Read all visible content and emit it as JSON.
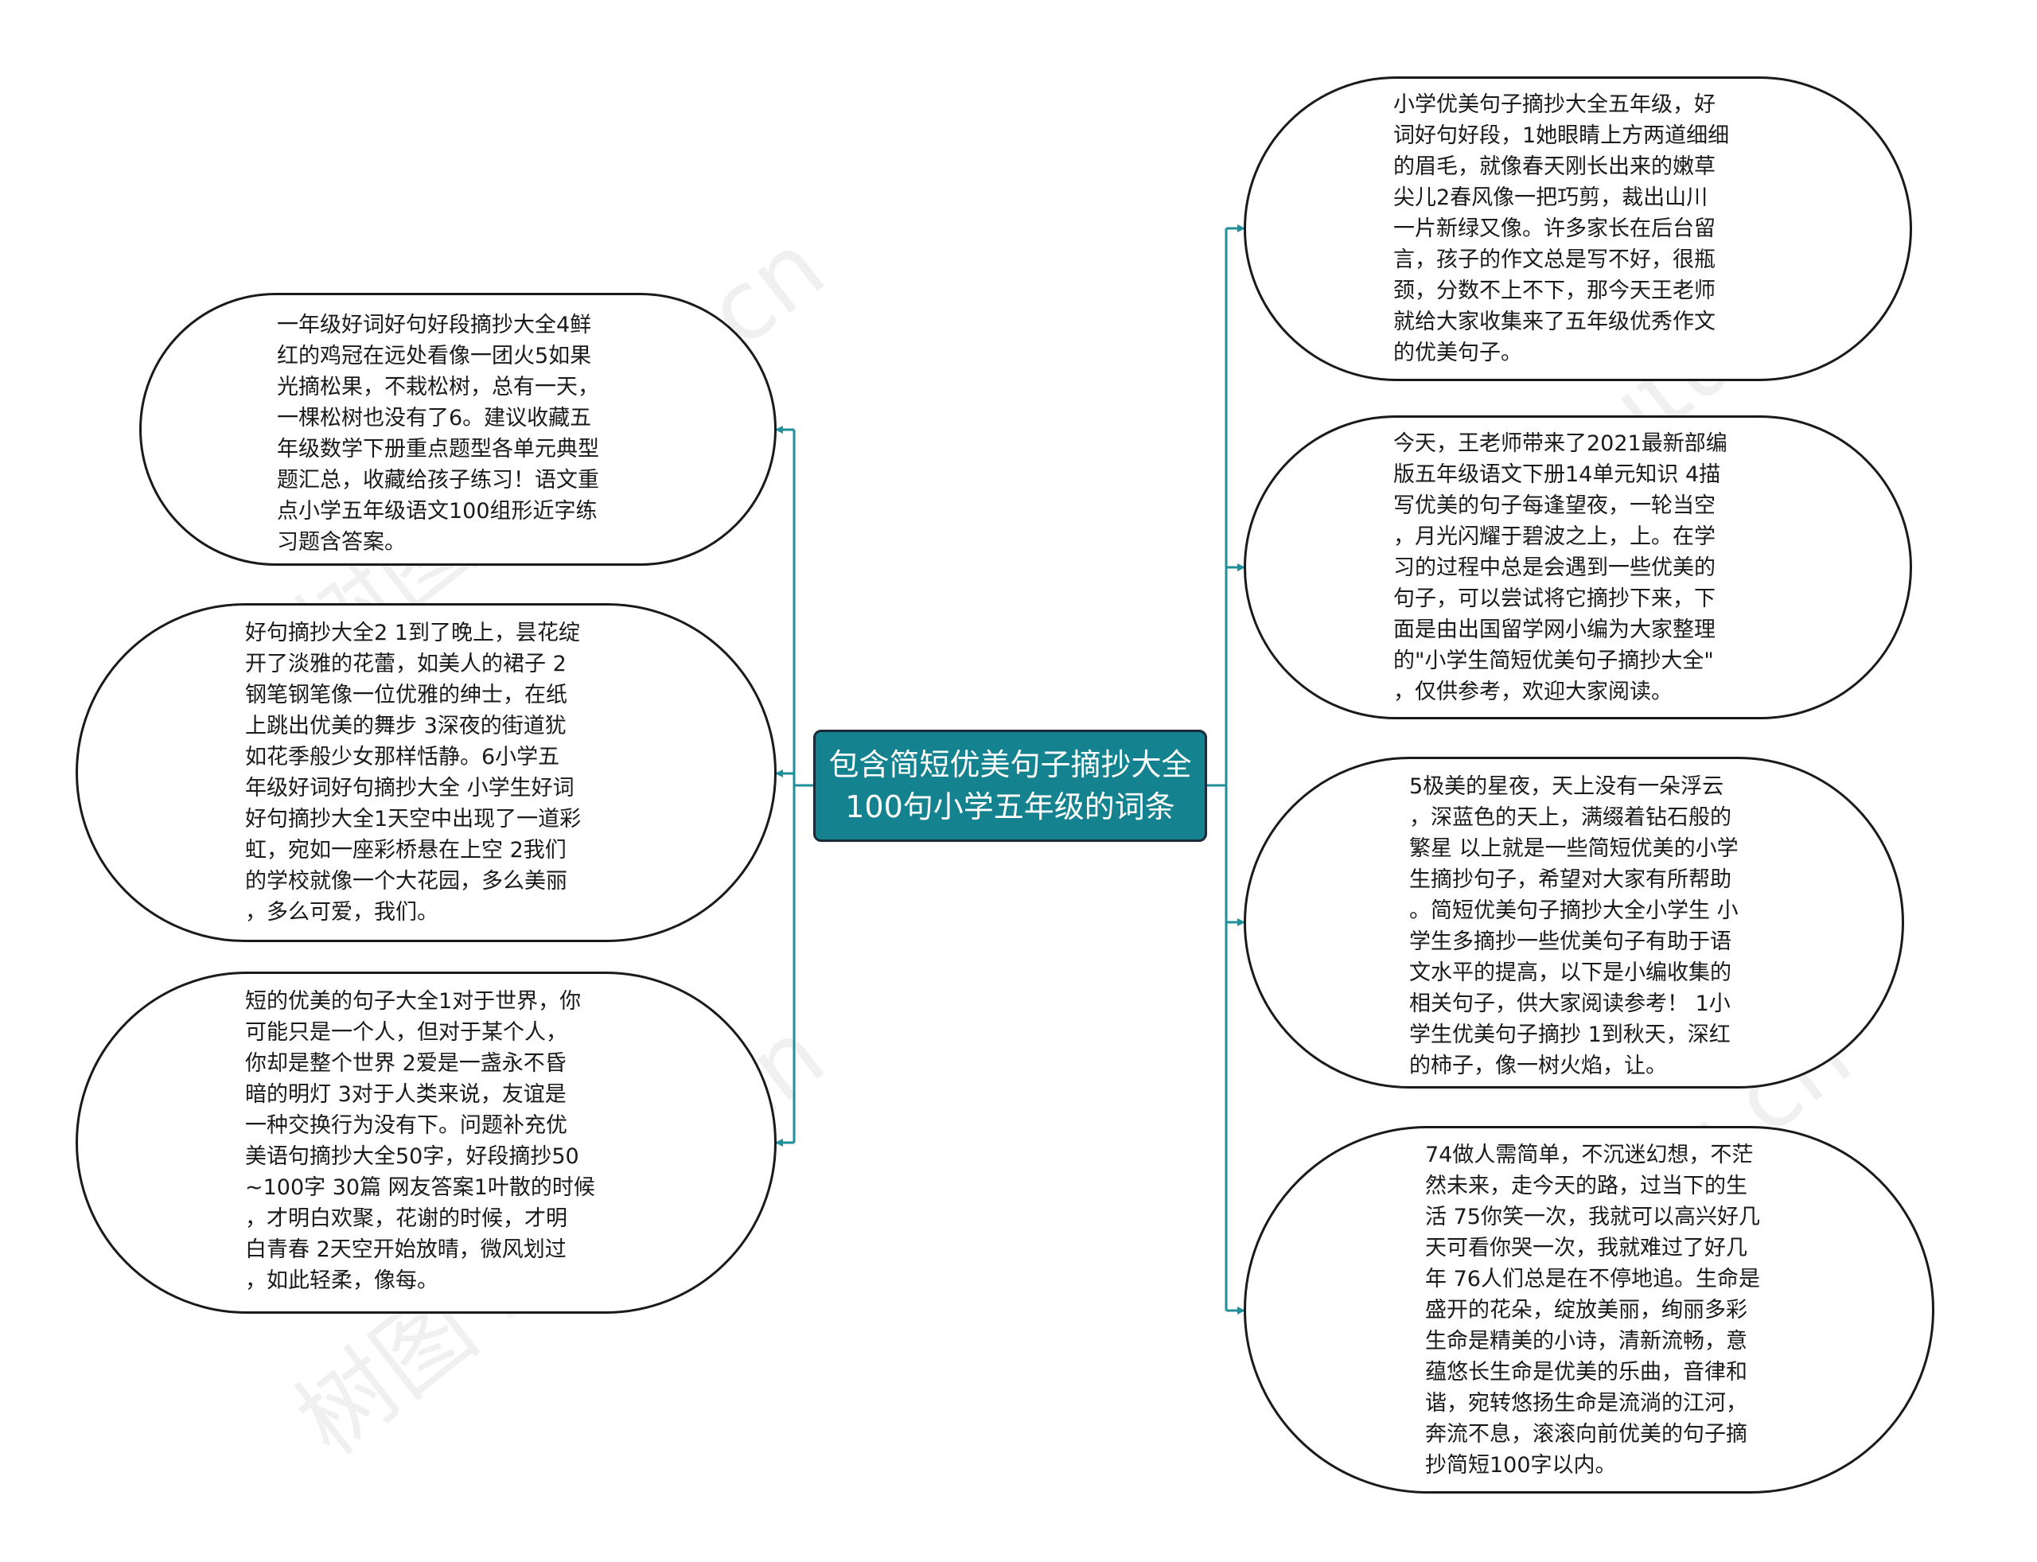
{
  "center_topic": "包含简短优美句子摘抄大全100句小学五年级的词条",
  "left_branches": [
    "一年级好词好句好段摘抄大全4鲜\n红的鸡冠在远处看像一团火5如果\n光摘松果，不栽松树，总有一天，\n一棵松树也没有了6。建议收藏五\n年级数学下册重点题型各单元典型\n题汇总，收藏给孩子练习！语文重\n点小学五年级语文100组形近字练\n习题含答案。",
    "好句摘抄大全2 1到了晚上，昙花绽\n开了淡雅的花蕾，如美人的裙子 2\n钢笔钢笔像一位优雅的绅士，在纸\n上跳出优美的舞步 3深夜的街道犹\n如花季般少女那样恬静。6小学五\n年级好词好句摘抄大全 小学生好词\n好句摘抄大全1天空中出现了一道彩\n虹，宛如一座彩桥悬在上空 2我们\n的学校就像一个大花园，多么美丽\n，多么可爱，我们。",
    "短的优美的句子大全1对于世界，你\n可能只是一个人，但对于某个人，\n你却是整个世界 2爱是一盏永不昏\n暗的明灯 3对于人类来说，友谊是\n一种交换行为没有下。问题补充优\n美语句摘抄大全50字，好段摘抄50\n~100字 30篇 网友答案1叶散的时候\n，才明白欢聚，花谢的时候，才明\n白青春 2天空开始放晴，微风划过\n，如此轻柔，像每。"
  ],
  "right_branches": [
    "小学优美句子摘抄大全五年级，好\n词好句好段，1她眼睛上方两道细细\n的眉毛，就像春天刚长出来的嫩草\n尖儿2春风像一把巧剪，裁出山川\n一片新绿又像。许多家长在后台留\n言，孩子的作文总是写不好，很瓶\n颈，分数不上不下，那今天王老师\n就给大家收集来了五年级优秀作文\n的优美句子。",
    "今天，王老师带来了2021最新部编\n版五年级语文下册14单元知识 4描\n写优美的句子每逢望夜，一轮当空\n，月光闪耀于碧波之上，上。在学\n习的过程中总是会遇到一些优美的\n句子，可以尝试将它摘抄下来，下\n面是由出国留学网小编为大家整理\n的\"小学生简短优美句子摘抄大全\"\n，仅供参考，欢迎大家阅读。",
    "5极美的星夜，天上没有一朵浮云\n，深蓝色的天上，满缀着钻石般的\n繁星 以上就是一些简短优美的小学\n生摘抄句子，希望对大家有所帮助\n。简短优美句子摘抄大全小学生 小\n学生多摘抄一些优美句子有助于语\n文水平的提高，以下是小编收集的\n相关句子，供大家阅读参考！ 1小\n学生优美句子摘抄 1到秋天，深红\n的柿子，像一树火焰，让。",
    "74做人需简单，不沉迷幻想，不茫\n然未来，走今天的路，过当下的生\n活 75你笑一次，我就可以高兴好几\n天可看你哭一次，我就难过了好几\n年 76人们总是在不停地追。生命是\n盛开的花朵，绽放美丽，绚丽多彩\n生命是精美的小诗，清新流畅，意\n蕴悠长生命是优美的乐曲，音律和\n谐，宛转悠扬生命是流淌的江河，\n奔流不息，滚滚向前优美的句子摘\n抄简短100字以内。"
  ],
  "watermark": "树图 shutu.cn",
  "colors": {
    "connector": "#1f8f9a",
    "center_fill": "#14828f",
    "center_border": "#1b2a38",
    "leaf_border": "#1a1a1a"
  }
}
